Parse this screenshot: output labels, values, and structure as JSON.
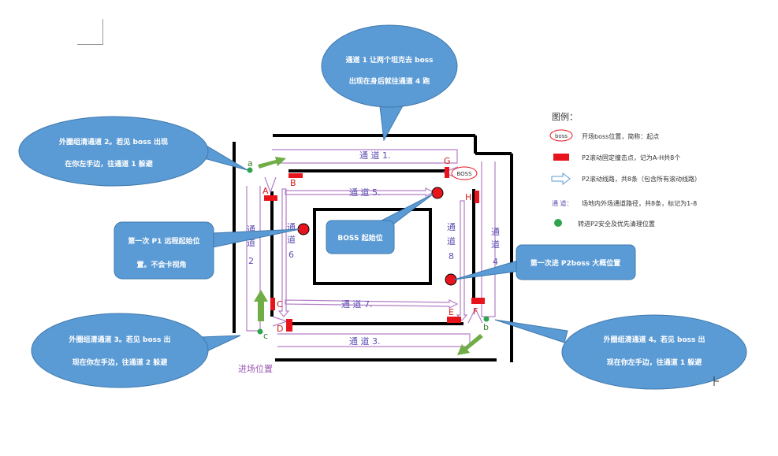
{
  "callouts": {
    "top": [
      "通道 1  让两个坦克去  boss",
      "出现在身后就往通道 4 跑"
    ],
    "left_top": [
      "外圈组清通道 2。若见 boss 出现",
      "在你左手边，往通道 1 躲避"
    ],
    "p1_start": [
      "第一次 P1 远程起始位",
      "置。不会卡视角"
    ],
    "boss_start": "BOSS  起始位",
    "p2_first": "第一次进 P2boss 大概位置",
    "left_bottom": [
      "外圈组清通道 3。若见 boss 出",
      "现在你左手边，往通道 2 躲避"
    ],
    "right_bottom": [
      "外圈组清通道 4。若见 boss 出",
      "现在你左手边，往通道 1 躲避"
    ]
  },
  "map": {
    "lanes": {
      "lane1": "通 道 1.",
      "lane2_top": "通",
      "lane2_mid": "道",
      "lane2_num": "2",
      "lane3": "通 道 3.",
      "lane4_top": "通",
      "lane4_mid": "道",
      "lane4_num": "4",
      "lane5": "通 道 5.",
      "lane6_top": "通",
      "lane6_mid": "道",
      "lane6_num": "6",
      "lane7": "通 道 7.",
      "lane8_top": "通",
      "lane8_mid": "道",
      "lane8_num": "8"
    },
    "points": {
      "a": "a",
      "b": "b",
      "c": "c"
    },
    "markers": {
      "A": "A",
      "B": "B",
      "C": "C",
      "D": "D",
      "E": "E",
      "F": "F",
      "G": "G",
      "H": "H"
    },
    "boss_badge": "BOSS",
    "entry": "进场位置"
  },
  "legend": {
    "title": "图例：",
    "boss_badge": "boss",
    "boss_text": "开场boss位置，简称：起点",
    "marker_text": "P2滚动固定撞击点，记为A-H共8个",
    "route_text": "P2滚动线路，共8条（包含所有滚动线路）",
    "lane_prefix": "通  道：",
    "lane_text": "场地内外场通道路径，共8条，标记为1-8",
    "safe_text": "转进P2安全及优先清理位置"
  },
  "colors": {
    "callout": "#5b9bd5",
    "callout_border": "#3f78ad",
    "wall": "#000000",
    "marker": "#e8141b",
    "route": "#b37fc6",
    "arrow": "#70ad47",
    "safe_dot": "#2ea44f"
  }
}
